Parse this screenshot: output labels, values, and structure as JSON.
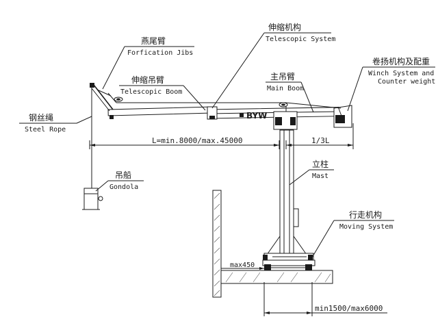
{
  "labels": {
    "jib_cn": "燕尾臂",
    "jib_en": "Forfication Jibs",
    "telescopic_system_cn": "伸缩机构",
    "telescopic_system_en": "Telescopic System",
    "telescopic_boom_cn": "伸缩吊臂",
    "telescopic_boom_en": "Telescopic Boom",
    "main_boom_cn": "主吊臂",
    "main_boom_en": "Main Boom",
    "winch_cn": "卷扬机构及配重",
    "winch_en_1": "Winch System and",
    "winch_en_2": "Counter weight",
    "steel_rope_cn": "钢丝绳",
    "steel_rope_en": "Steel Rope",
    "gondola_cn": "吊船",
    "gondola_en": "Gondola",
    "mast_cn": "立柱",
    "mast_en": "Mast",
    "moving_cn": "行走机构",
    "moving_en": "Moving System",
    "brand": "BYW"
  },
  "dimensions": {
    "reach": "L=min.8000/max.45000",
    "rear_ratio": "1/3L",
    "parapet": "max450",
    "track": "min1500/max6000"
  }
}
